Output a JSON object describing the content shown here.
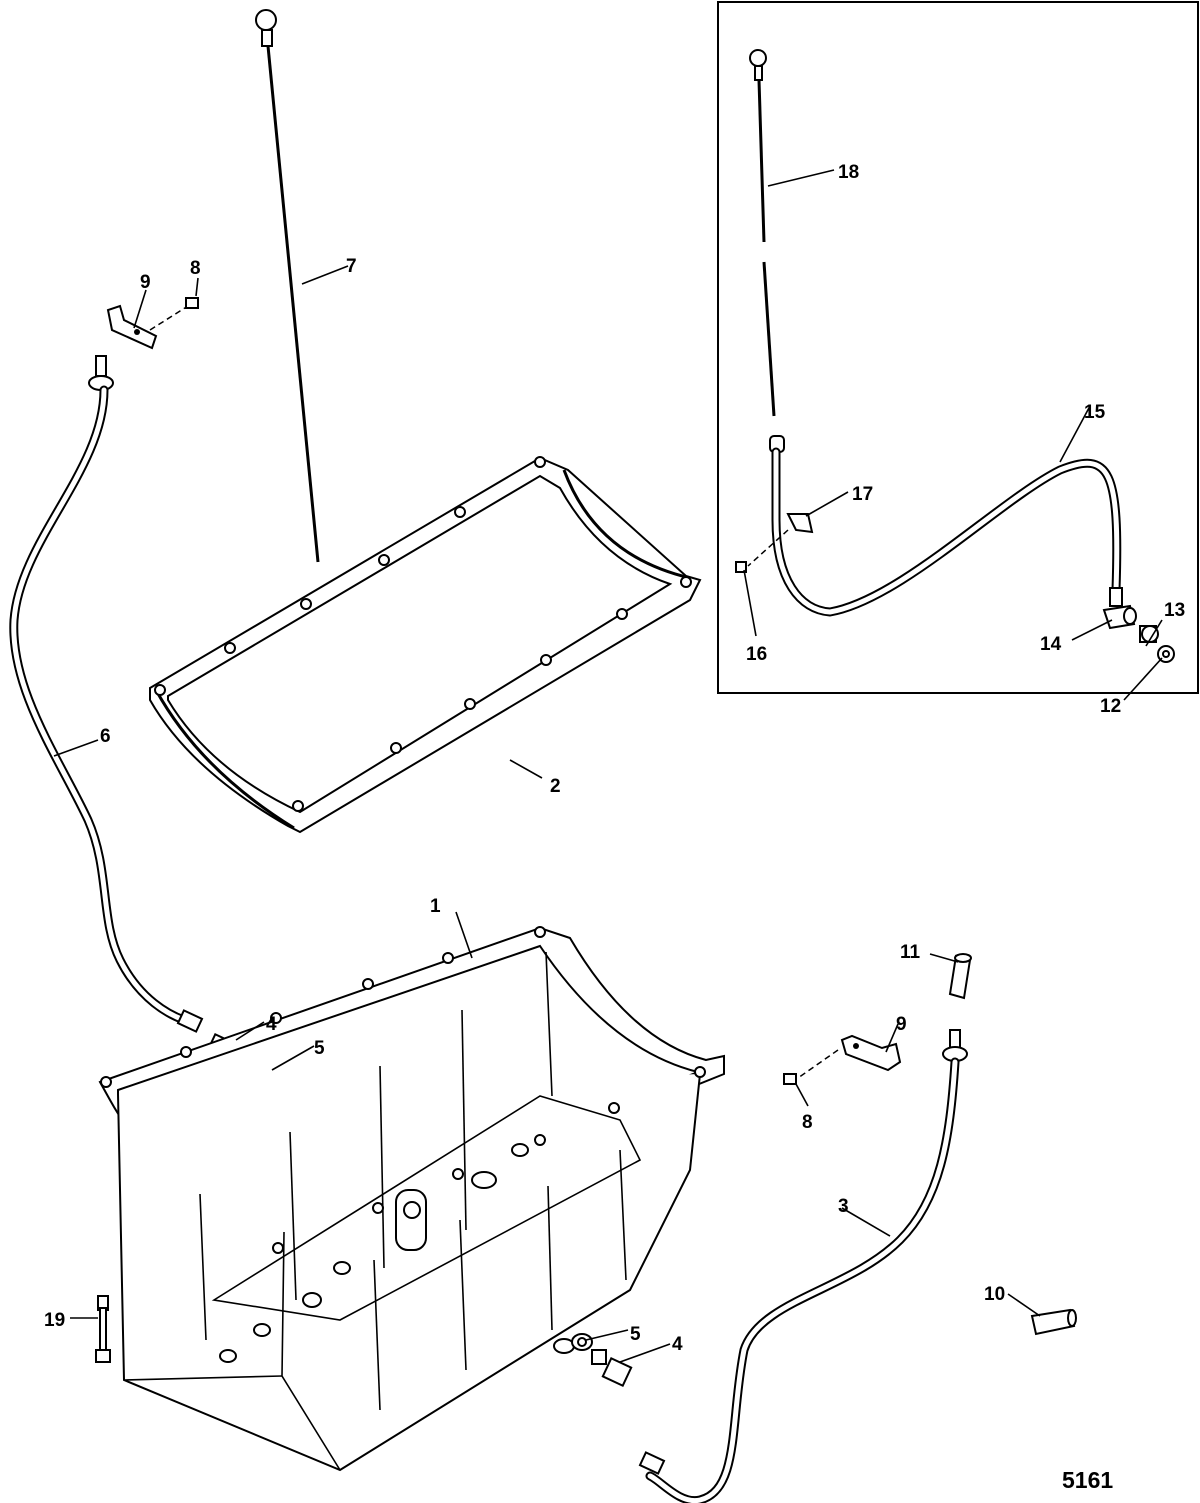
{
  "figure_number": "5161",
  "callouts": {
    "c1": "1",
    "c2": "2",
    "c3": "3",
    "c4a": "4",
    "c4b": "4",
    "c5a": "5",
    "c5b": "5",
    "c6": "6",
    "c7": "7",
    "c8a": "8",
    "c8b": "8",
    "c9a": "9",
    "c9b": "9",
    "c10": "10",
    "c11": "11",
    "c12": "12",
    "c13": "13",
    "c14": "14",
    "c15": "15",
    "c16": "16",
    "c17": "17",
    "c18": "18",
    "c19": "19"
  }
}
